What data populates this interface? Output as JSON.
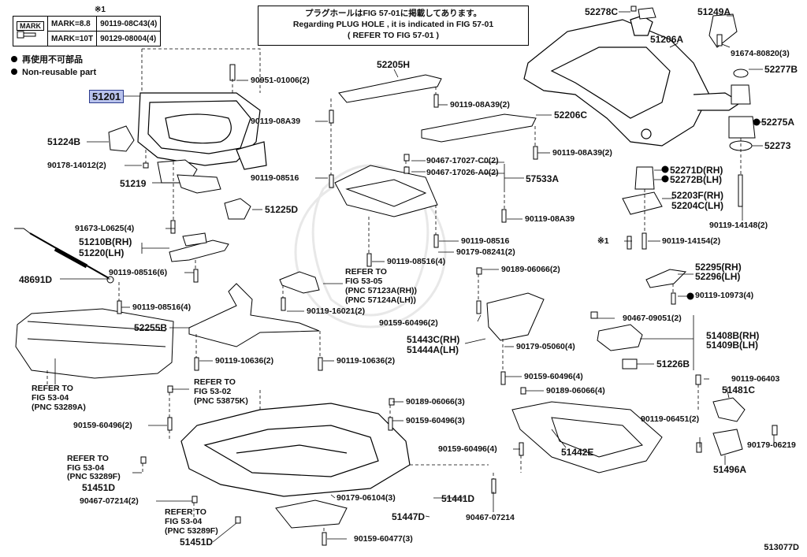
{
  "star_note": "※1",
  "mark_table": {
    "header": "MARK",
    "rows": [
      {
        "mark": "MARK=8.8",
        "part": "90119-08C43(4)"
      },
      {
        "mark": "MARK=10T",
        "part": "90129-08004(4)"
      }
    ]
  },
  "legend": {
    "line1": "再使用不可部品",
    "line2": "Non-reusable part"
  },
  "note": {
    "line1": "プラグホールはFIG 57-01に掲載してあります。",
    "line2": "Regarding  PLUG HOLE , it is indicated in FIG 57-01",
    "line3": "( REFER TO FIG 57-01    )"
  },
  "figure_number": "513077D",
  "labels": {
    "p51201": "51201",
    "p51224B": "51224B",
    "p90178": "90178-14012(2)",
    "p51219": "51219",
    "p90951": "90951-01006(2)",
    "p52205H": "52205H",
    "p90119_08A39_2": "90119-08A39(2)",
    "p90119_08A39_a": "90119-08A39",
    "p52206C": "52206C",
    "p90119_08A39_2b": "90119-08A39(2)",
    "p90119_08516_a": "90119-08516",
    "p90467_17027": "90467-17027-C0(2)",
    "p90467_17026": "90467-17026-A0(2)",
    "p57533A": "57533A",
    "p51225D": "51225D",
    "p90119_08A39_b": "90119-08A39",
    "p91673": "91673-L0625(4)",
    "p51210B": "51210B(RH)",
    "p51220": "51220(LH)",
    "p90119_08516_6": "90119-08516(6)",
    "p90119_08516_b": "90119-08516",
    "p90179_08241": "90179-08241(2)",
    "p90119_08516_4a": "90119-08516(4)",
    "p48691D": "48691D",
    "p90119_08516_4b": "90119-08516(4)",
    "ref53_05_a": "REFER TO",
    "ref53_05_b": "FIG 53-05",
    "ref53_05_c": "(PNC 57123A(RH))",
    "ref53_05_d": "(PNC 57124A(LH))",
    "p90119_16021": "90119-16021(2)",
    "p52255B": "52255B",
    "p90119_10636_a": "90119-10636(2)",
    "p90119_10636_b": "90119-10636(2)",
    "p90189_06066_2": "90189-06066(2)",
    "p90159_60496_2a": "90159-60496(2)",
    "p51443C": "51443C(RH)",
    "p51444A": "51444A(LH)",
    "p90179_05060": "90179-05060(4)",
    "p90159_60496_4a": "90159-60496(4)",
    "p90189_06066_4": "90189-06066(4)",
    "ref53_04a_a": "REFER TO",
    "ref53_04a_b": "FIG 53-04",
    "ref53_04a_c": "(PNC 53289A)",
    "ref53_02_a": "REFER TO",
    "ref53_02_b": "FIG 53-02",
    "ref53_02_c": "(PNC 53875K)",
    "p90189_06066_3": "90189-06066(3)",
    "p90159_60496_3": "90159-60496(3)",
    "p90159_60496_2b": "90159-60496(2)",
    "ref53_04b_a": "REFER TO",
    "ref53_04b_b": "FIG 53-04",
    "ref53_04b_c": "(PNC 53289F)",
    "p51451D_a": "51451D",
    "p90467_07214_2": "90467-07214(2)",
    "ref53_04c_a": "REFER TO",
    "ref53_04c_b": "FIG 53-04",
    "ref53_04c_c": "(PNC 53289F)",
    "p51451D_b": "51451D",
    "p90179_06104": "90179-06104(3)",
    "p51441D": "51441D",
    "p51447D": "51447D",
    "p90159_60477": "90159-60477(3)",
    "p90467_07214": "90467-07214",
    "p90159_60496_4b": "90159-60496(4)",
    "p51442E": "51442E",
    "p52278C": "52278C",
    "p51249A": "51249A",
    "p51206A": "51206A",
    "p91674": "91674-80820(3)",
    "p52277B": "52277B",
    "p52275A": "52275A",
    "p52273": "52273",
    "p52271D": "52271D(RH)",
    "p52272B": "52272B(LH)",
    "p52203F": "52203F(RH)",
    "p52204C": "52204C(LH)",
    "p90119_14148": "90119-14148(2)",
    "p_star1": "※1",
    "p90119_14154": "90119-14154(2)",
    "p52295": "52295(RH)",
    "p52296": "52296(LH)",
    "p90119_10973": "90119-10973(4)",
    "p90467_09051": "90467-09051(2)",
    "p51408B": "51408B(RH)",
    "p51409B": "51409B(LH)",
    "p51226B": "51226B",
    "p90119_06403": "90119-06403",
    "p51481C": "51481C",
    "p90119_06451": "90119-06451(2)",
    "p90179_06219": "90179-06219",
    "p51496A": "51496A"
  }
}
